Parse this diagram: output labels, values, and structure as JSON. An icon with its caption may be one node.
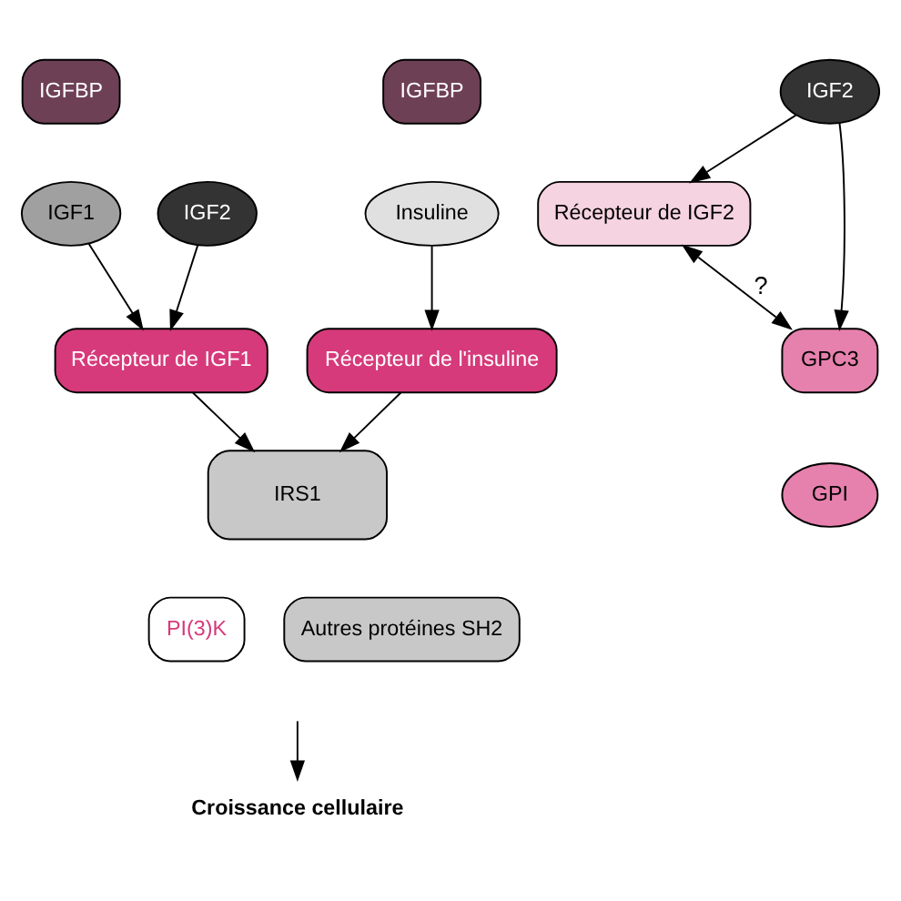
{
  "diagram": {
    "nodes": [
      {
        "text": [
          "IGFBP"
        ]
      },
      {
        "text": [
          "IGF1"
        ]
      },
      {
        "text": [
          "IGF2"
        ]
      },
      {
        "text": [
          "Récepteur de IGF1"
        ]
      },
      {
        "text": [
          "IGF2"
        ]
      },
      {
        "text": [
          "Récepteur de IGF2"
        ]
      },
      {
        "text": [
          "GPC3"
        ]
      },
      {
        "text": [
          "GPI"
        ]
      },
      {
        "text": [
          "IGFBP"
        ]
      },
      {
        "text": [
          "Insuline"
        ]
      },
      {
        "text": [
          "Récepteur de l'insuline"
        ]
      },
      {
        "text": [
          "IRS1"
        ]
      },
      {
        "text": [
          "PI(3)K"
        ]
      },
      {
        "text": [
          "Autres protéines SH2"
        ]
      },
      {
        "text": [
          "Croissance cellulaire"
        ]
      }
    ],
    "edges": [
      {
        "from": 1,
        "to": 3,
        "arrow": "to"
      },
      {
        "from": 2,
        "to": 3,
        "arrow": "to"
      },
      {
        "from": 4,
        "to": 5,
        "arrow": "to"
      },
      {
        "from": 4,
        "to": 6,
        "arrow": "to"
      },
      {
        "from": 5,
        "to": 6,
        "arrow": "both",
        "label": "?"
      },
      {
        "from": 9,
        "to": 10,
        "arrow": "to"
      },
      {
        "from": 3,
        "to": 11,
        "arrow": "to"
      },
      {
        "from": 10,
        "to": 11,
        "arrow": "to"
      },
      {
        "from": null,
        "to": 14,
        "arrow": "to"
      }
    ]
  }
}
